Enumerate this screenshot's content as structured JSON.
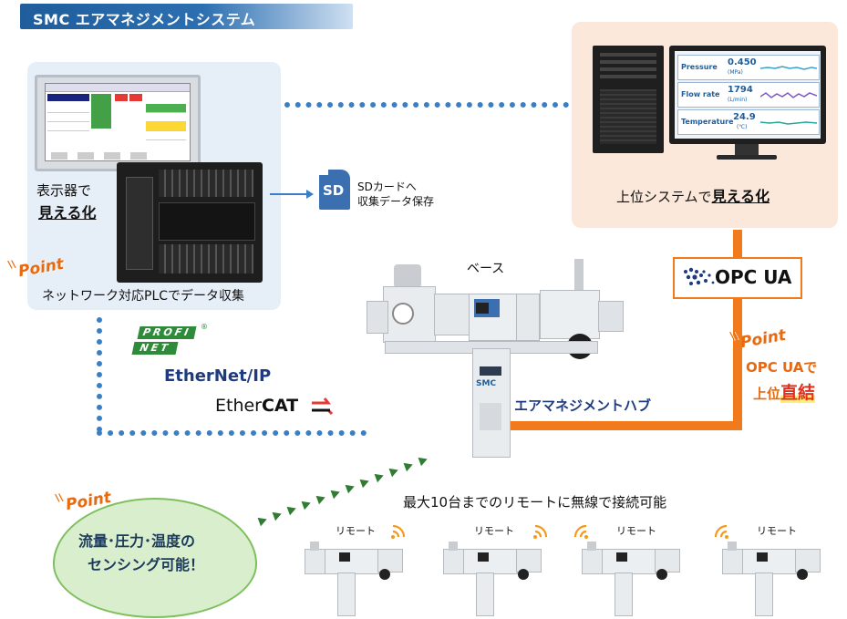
{
  "title": "SMC エアマネジメントシステム",
  "plc": {
    "label_line1": "表示器で",
    "label_line2": "見える化",
    "point": "Point",
    "caption": "ネットワーク対応PLCでデータ収集"
  },
  "sd": {
    "icon_text": "SD",
    "line1": "SDカードへ",
    "line2": "収集データ保存"
  },
  "upper": {
    "caption_prefix": "上位システムで",
    "caption_em": "見える化",
    "monitor_rows": [
      {
        "label": "Pressure",
        "value": "0.450",
        "unit": "(MPa)"
      },
      {
        "label": "Flow rate",
        "value": "1794",
        "unit": "(L/min)"
      },
      {
        "label": "Temperature",
        "value": "24.9",
        "unit": "(℃)"
      }
    ]
  },
  "protocols": {
    "profinet_top": "PROFI",
    "profinet_bottom": "NET",
    "ethernetip": "EtherNet/IP",
    "ethercat_a": "Ether",
    "ethercat_b": "CAT"
  },
  "hub": {
    "base_label": "ベース",
    "hub_label": "エアマネジメントハブ",
    "device_brand": "SMC"
  },
  "opc": {
    "logo": "OPC UA",
    "point": "Point",
    "line1": "OPC UAで",
    "line2_a": "上位",
    "line2_b": "直結"
  },
  "sensing": {
    "point": "Point",
    "line1": "流量･圧力･温度の",
    "line2": "センシング可能！"
  },
  "remote": {
    "heading": "最大10台までのリモートに無線で接続可能",
    "units": [
      {
        "label": "リモート"
      },
      {
        "label": "リモート"
      },
      {
        "label": "リモート"
      },
      {
        "label": "リモート"
      }
    ]
  },
  "colors": {
    "accent_blue": "#1f5d9c",
    "dotted_blue": "#3a7fc4",
    "orange": "#f07a1c",
    "point_orange": "#e86a10",
    "wifi_orange": "#f39a1e",
    "green_bg": "#d8eecd"
  }
}
